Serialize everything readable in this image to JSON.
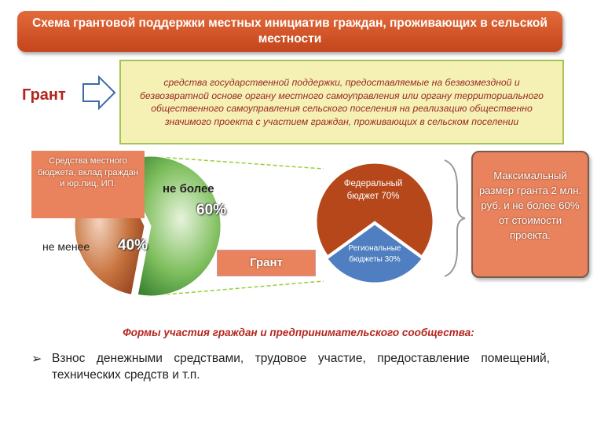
{
  "title": "Схема грантовой поддержки местных инициатив граждан, проживающих в сельской местности",
  "grant": {
    "label": "Грант",
    "definition": "средства государственной поддержки, предоставляемые на безвозмездной и безвозвратной основе органу местного самоуправления или органу территориального общественного самоуправления сельского поселения на реализацию общественно значимого проекта с участием граждан, проживающих в сельском поселении"
  },
  "main_pie": {
    "local_label": "Средства местного бюджета, вклад граждан и юр.лиц, ИП.",
    "not_more_label": "не более",
    "grant_pct": "60%",
    "not_less_label": "не менее",
    "local_pct": "40%",
    "grant_box_label": "Грант"
  },
  "grant_pie": {
    "federal_label": "Федеральный бюджет 70%",
    "regional_label": "Региональные бюджеты 30%"
  },
  "max_box": {
    "text": "Максимальный размер гранта 2 млн. руб. и не более 60% от стоимости проекта."
  },
  "forms": {
    "title": "Формы участия граждан и предпринимательского сообщества:",
    "bullet": "Взнос денежными средствами, трудовое участие, предоставление помещений, технических средств и т.п."
  },
  "chart_data": [
    {
      "type": "pie",
      "categories": [
        "Средства местного бюджета, вклад граждан и юр.лиц, ИП.",
        "Грант"
      ],
      "values": [
        40,
        60
      ]
    },
    {
      "type": "pie",
      "categories": [
        "Федеральный бюджет",
        "Региональные бюджеты"
      ],
      "values": [
        70,
        30
      ]
    }
  ],
  "colors": {
    "banner": "#d4562a",
    "box": "#e8835d",
    "pie_local": "#b85a30",
    "pie_grant": "#3f9a3a",
    "pie_federal": "#b5471a",
    "pie_regional": "#4f7fc0",
    "definition_bg": "#f5f0b3"
  }
}
